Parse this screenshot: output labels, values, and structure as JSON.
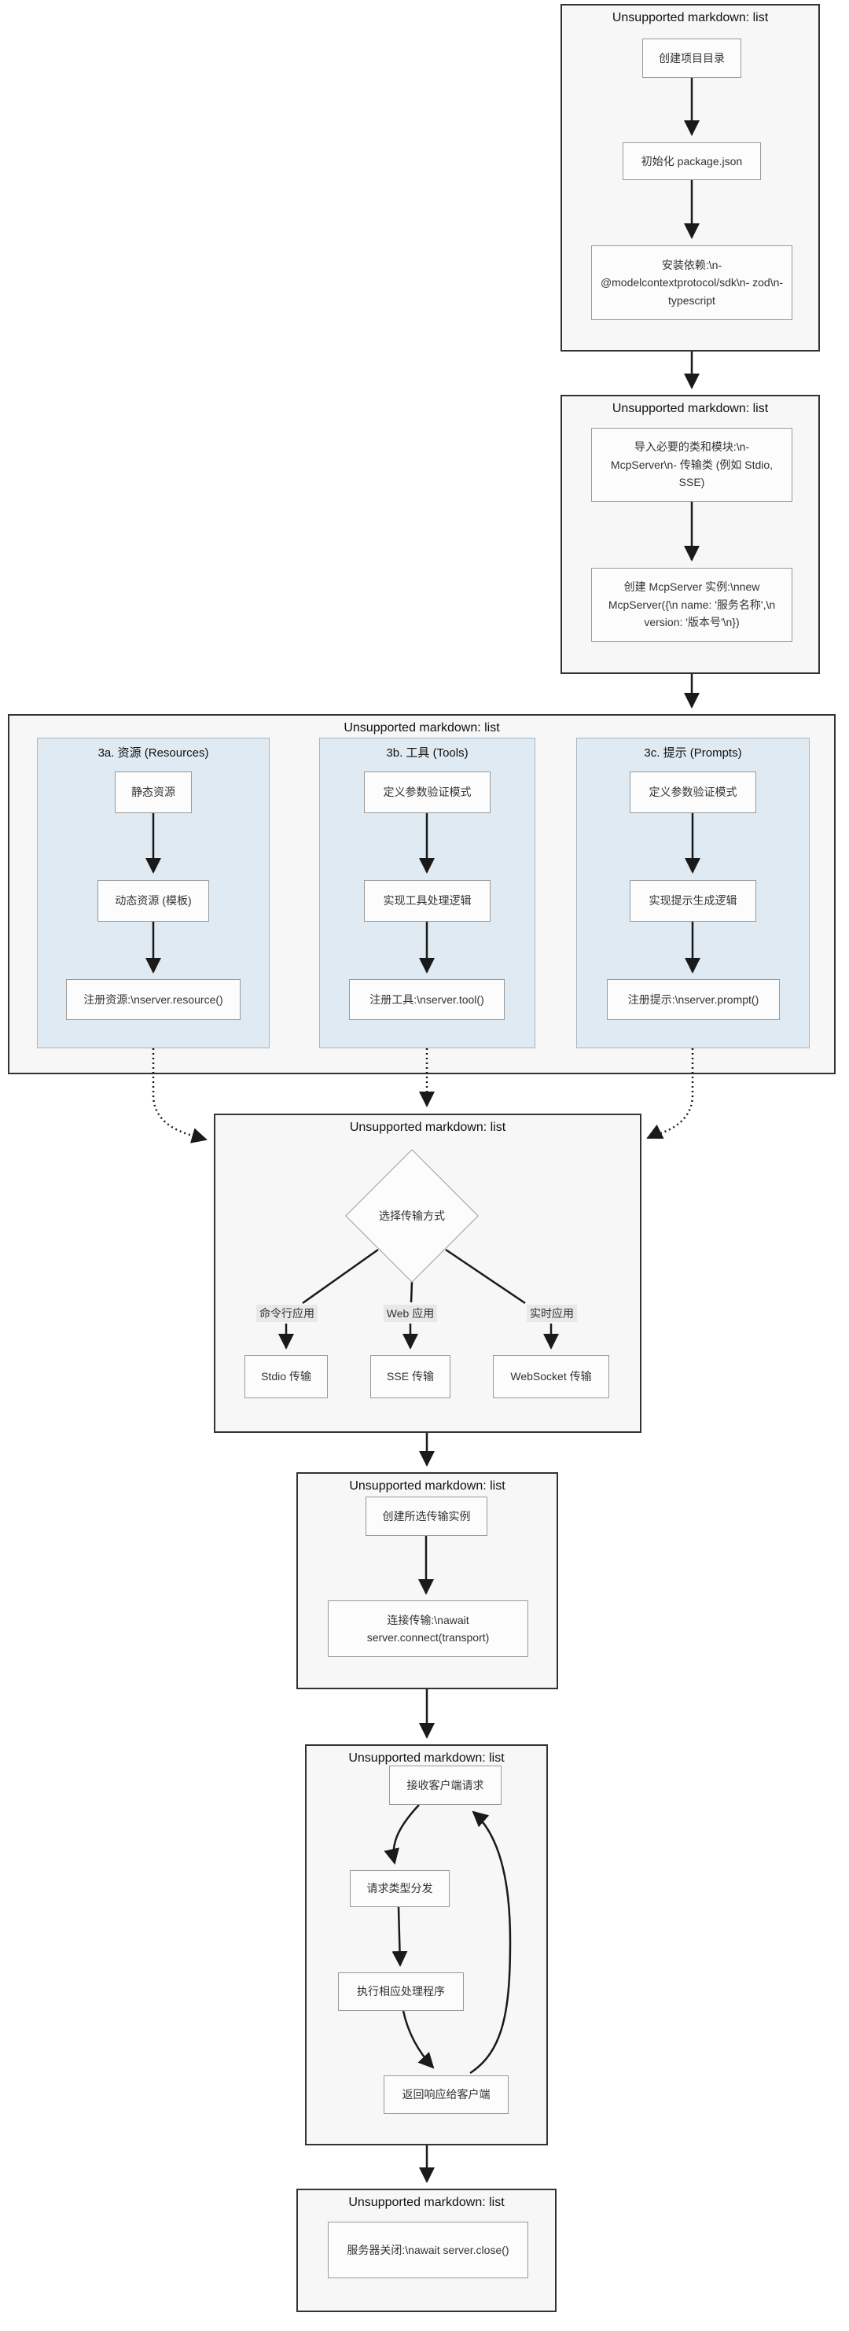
{
  "colors": {
    "subgraph_fill": "#f7f7f7",
    "subgraph_border": "#333333",
    "column_fill": "#dfeaf2",
    "column_border": "#a9b6c0",
    "node_fill": "#fcfcfc",
    "node_border": "#999999",
    "arrow": "#1a1a1a",
    "edge_label_bg": "#e8e8e8"
  },
  "s1": {
    "header": "Unsupported markdown: list",
    "nodes": {
      "create_dir": "创建项目目录",
      "init_pkg": "初始化 package.json",
      "install_deps": "安装依赖:\\n- @modelcontextprotocol/sdk\\n- zod\\n- typescript"
    }
  },
  "s2": {
    "header": "Unsupported markdown: list",
    "nodes": {
      "imports": "导入必要的类和模块:\\n- McpServer\\n- 传输类 (例如 Stdio, SSE)",
      "instance": "创建 McpServer 实例:\\nnew McpServer({\\n  name: '服务名称',\\n  version: '版本号'\\n})"
    }
  },
  "s3": {
    "header": "Unsupported markdown: list",
    "resources": {
      "header": "3a. 资源 (Resources)",
      "static": "静态资源",
      "dynamic": "动态资源 (模板)",
      "register": "注册资源:\\nserver.resource()"
    },
    "tools": {
      "header": "3b. 工具 (Tools)",
      "define": "定义参数验证模式",
      "implement": "实现工具处理逻辑",
      "register": "注册工具:\\nserver.tool()"
    },
    "prompts": {
      "header": "3c. 提示 (Prompts)",
      "define": "定义参数验证模式",
      "implement": "实现提示生成逻辑",
      "register": "注册提示:\\nserver.prompt()"
    }
  },
  "s4": {
    "header": "Unsupported markdown: list",
    "decision": "选择传输方式",
    "edge_labels": {
      "cli": "命令行应用",
      "web": "Web 应用",
      "realtime": "实时应用"
    },
    "nodes": {
      "stdio": "Stdio 传输",
      "sse": "SSE 传输",
      "websocket": "WebSocket 传输"
    }
  },
  "s5": {
    "header": "Unsupported markdown: list",
    "nodes": {
      "create_transport": "创建所选传输实例",
      "connect": "连接传输:\\nawait server.connect(transport)"
    }
  },
  "s6": {
    "header": "Unsupported markdown: list",
    "nodes": {
      "receive": "接收客户端请求",
      "dispatch": "请求类型分发",
      "execute": "执行相应处理程序",
      "respond": "返回响应给客户端"
    }
  },
  "s7": {
    "header": "Unsupported markdown: list",
    "nodes": {
      "close": "服务器关闭:\\nawait server.close()"
    }
  }
}
